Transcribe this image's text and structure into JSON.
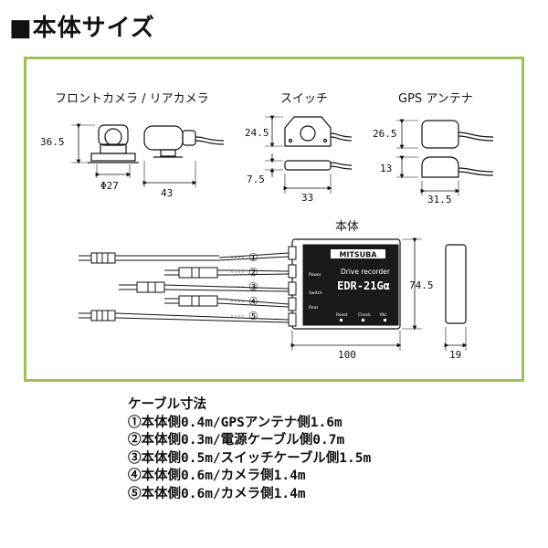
{
  "title": "■本体サイズ",
  "diagram": {
    "camera_heading": "フロントカメラ / リアカメラ",
    "switch_heading": "スイッチ",
    "gps_heading": "GPS アンテナ",
    "body_heading": "本体",
    "camera_dims": {
      "height": "36.5",
      "diameter": "Φ27",
      "length": "43"
    },
    "switch_dims": {
      "height": "24.5",
      "thickness": "7.5",
      "width": "33"
    },
    "gps_dims": {
      "height": "26.5",
      "thickness": "13",
      "width": "31.5"
    },
    "body_dims": {
      "height": "74.5",
      "width": "100",
      "depth": "19"
    },
    "port_labels": [
      "①",
      "②",
      "③",
      "④",
      "⑤"
    ],
    "device": {
      "brand": "MITSUBA",
      "subtitle": "Drive recorder",
      "model": "EDR-21Gα",
      "inline_labels": [
        "Power",
        "Switch",
        "Rear",
        "Reset",
        "Check",
        "Mic"
      ]
    }
  },
  "cables": {
    "heading": "ケーブル寸法",
    "lines": [
      "①本体側0.4m/GPSアンテナ側1.6m",
      "②本体側0.3m/電源ケーブル側0.7m",
      "③本体側0.5m/スイッチケーブル側1.5m",
      "④本体側0.6m/カメラ側1.4m",
      "⑤本体側0.6m/カメラ側1.4m"
    ]
  },
  "colors": {
    "panel_border": "#9cc35a",
    "device_face": "#1a1a1a"
  }
}
